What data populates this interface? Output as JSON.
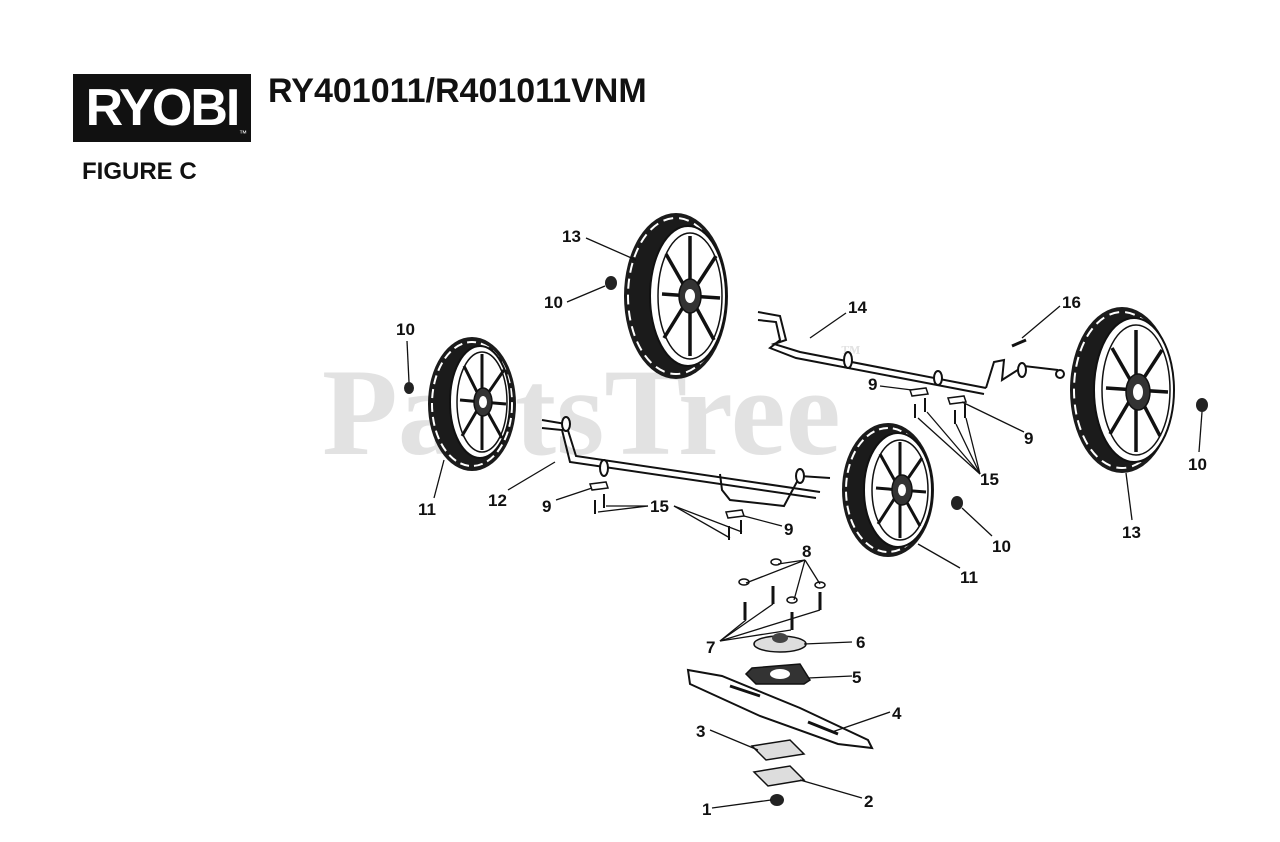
{
  "header": {
    "brand": "RYOBI",
    "brand_mark": "™",
    "model": "RY401011/R401011VNM",
    "figure": "FIGURE C"
  },
  "watermark": {
    "text": "PartsTree",
    "mark": "™"
  },
  "callouts": {
    "c1": "1",
    "c2": "2",
    "c3": "3",
    "c4": "4",
    "c5": "5",
    "c6": "6",
    "c7": "7",
    "c8": "8",
    "c9a": "9",
    "c9b": "9",
    "c9c": "9",
    "c9d": "9",
    "c10a": "10",
    "c10b": "10",
    "c10c": "10",
    "c10d": "10",
    "c11a": "11",
    "c11b": "11",
    "c12": "12",
    "c13a": "13",
    "c13b": "13",
    "c14": "14",
    "c15a": "15",
    "c15b": "15",
    "c16": "16"
  }
}
